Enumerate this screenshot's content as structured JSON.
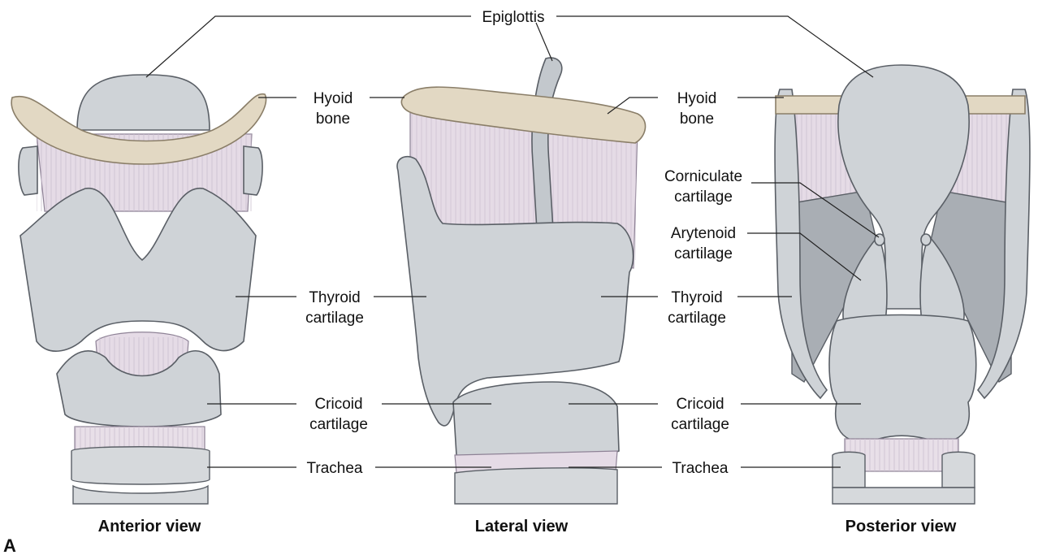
{
  "labels": {
    "epiglottis": "Epiglottis",
    "hyoid_left_1": "Hyoid",
    "hyoid_left_2": "bone",
    "hyoid_right_1": "Hyoid",
    "hyoid_right_2": "bone",
    "corniculate_1": "Corniculate",
    "corniculate_2": "cartilage",
    "arytenoid_1": "Arytenoid",
    "arytenoid_2": "cartilage",
    "thyroid_left_1": "Thyroid",
    "thyroid_left_2": "cartilage",
    "thyroid_right_1": "Thyroid",
    "thyroid_right_2": "cartilage",
    "cricoid_left_1": "Cricoid",
    "cricoid_left_2": "cartilage",
    "cricoid_right_1": "Cricoid",
    "cricoid_right_2": "cartilage",
    "trachea_left": "Trachea",
    "trachea_right": "Trachea"
  },
  "captions": {
    "anterior": "Anterior view",
    "lateral": "Lateral view",
    "posterior": "Posterior view"
  },
  "panel_letter": "A",
  "colors": {
    "cartilage": "#cfd3d7",
    "hyoid": "#e2d8c3",
    "membrane": "#e5dbe6",
    "outline": "#5a5f66"
  }
}
